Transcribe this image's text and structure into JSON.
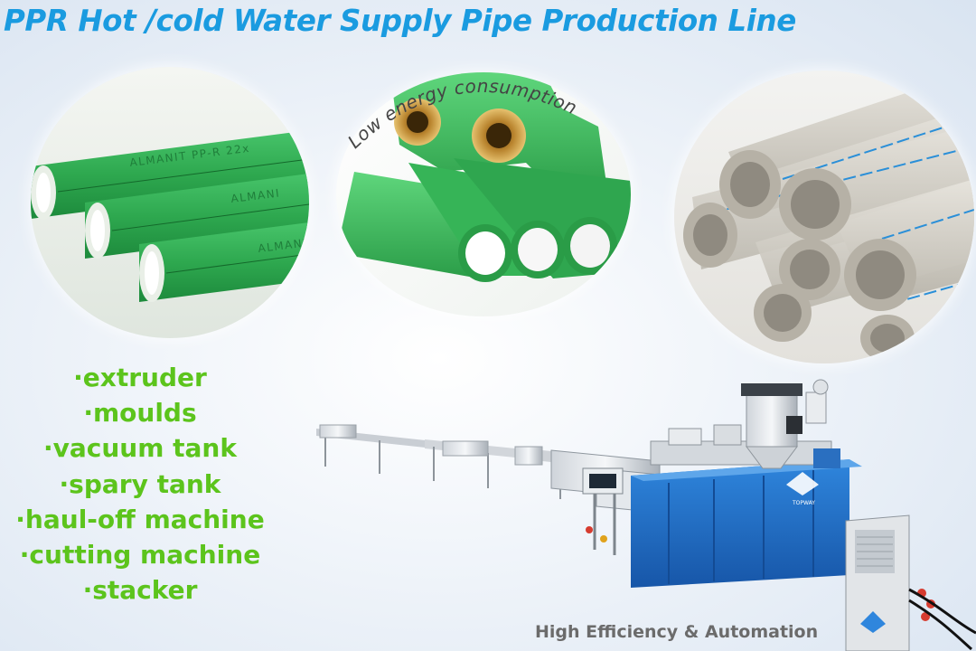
{
  "title": "PPR Hot /cold Water Supply Pipe Production Line",
  "badge": "Low energy consumption",
  "features": [
    "·extruder",
    "·moulds",
    "·vacuum tank",
    "·spary tank",
    "·haul-off machine",
    "·cutting machine",
    "·stacker"
  ],
  "footer": "High Efficiency & Automation",
  "pipe_print": {
    "brand_line": "ALMANIT  PP-R  22x",
    "brand_short": "ALMANI"
  },
  "machine_logo": "TOPWAY",
  "colors": {
    "title": "#1a9be0",
    "features": "#5cc41c",
    "footer": "#6b6b6b",
    "green_pipe": "#2ea84f",
    "grey_pipe": "#cfcbc2",
    "machine_blue": "#1f6fc9"
  }
}
